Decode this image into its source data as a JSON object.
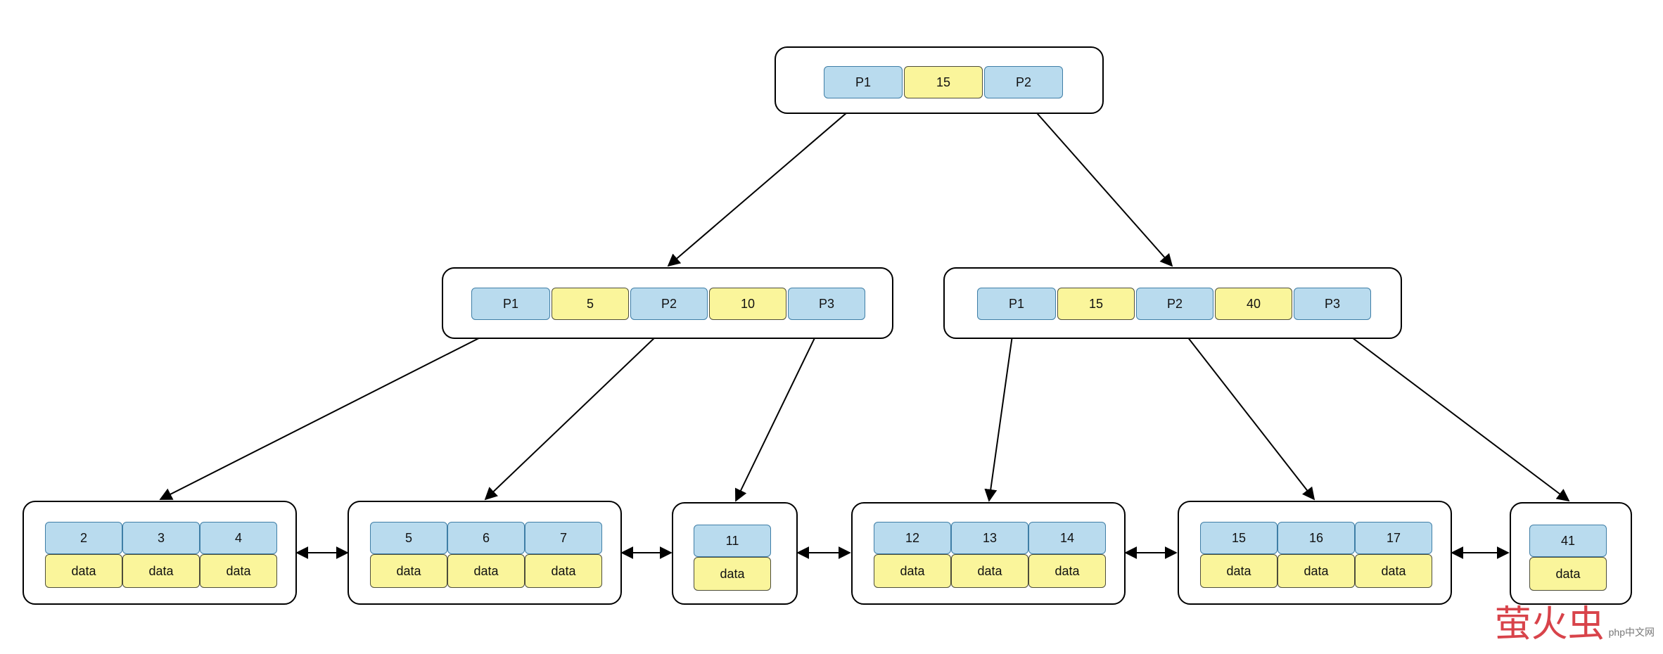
{
  "root": {
    "p1": "P1",
    "k1": "15",
    "p2": "P2"
  },
  "internal_left": {
    "p1": "P1",
    "k1": "5",
    "p2": "P2",
    "k2": "10",
    "p3": "P3"
  },
  "internal_right": {
    "p1": "P1",
    "k1": "15",
    "p2": "P2",
    "k2": "40",
    "p3": "P3"
  },
  "leaves": [
    {
      "keys": [
        "2",
        "3",
        "4"
      ],
      "data": [
        "data",
        "data",
        "data"
      ]
    },
    {
      "keys": [
        "5",
        "6",
        "7"
      ],
      "data": [
        "data",
        "data",
        "data"
      ]
    },
    {
      "keys": [
        "11"
      ],
      "data": [
        "data"
      ]
    },
    {
      "keys": [
        "12",
        "13",
        "14"
      ],
      "data": [
        "data",
        "data",
        "data"
      ]
    },
    {
      "keys": [
        "15",
        "16",
        "17"
      ],
      "data": [
        "data",
        "data",
        "data"
      ]
    },
    {
      "keys": [
        "41"
      ],
      "data": [
        "data"
      ]
    }
  ],
  "watermark": {
    "cn": "萤火虫",
    "sub": "php中文网"
  },
  "colors": {
    "pointer": "#b9dbee",
    "key": "#faf59b",
    "border": "#000000",
    "watermark": "#d8434a"
  }
}
